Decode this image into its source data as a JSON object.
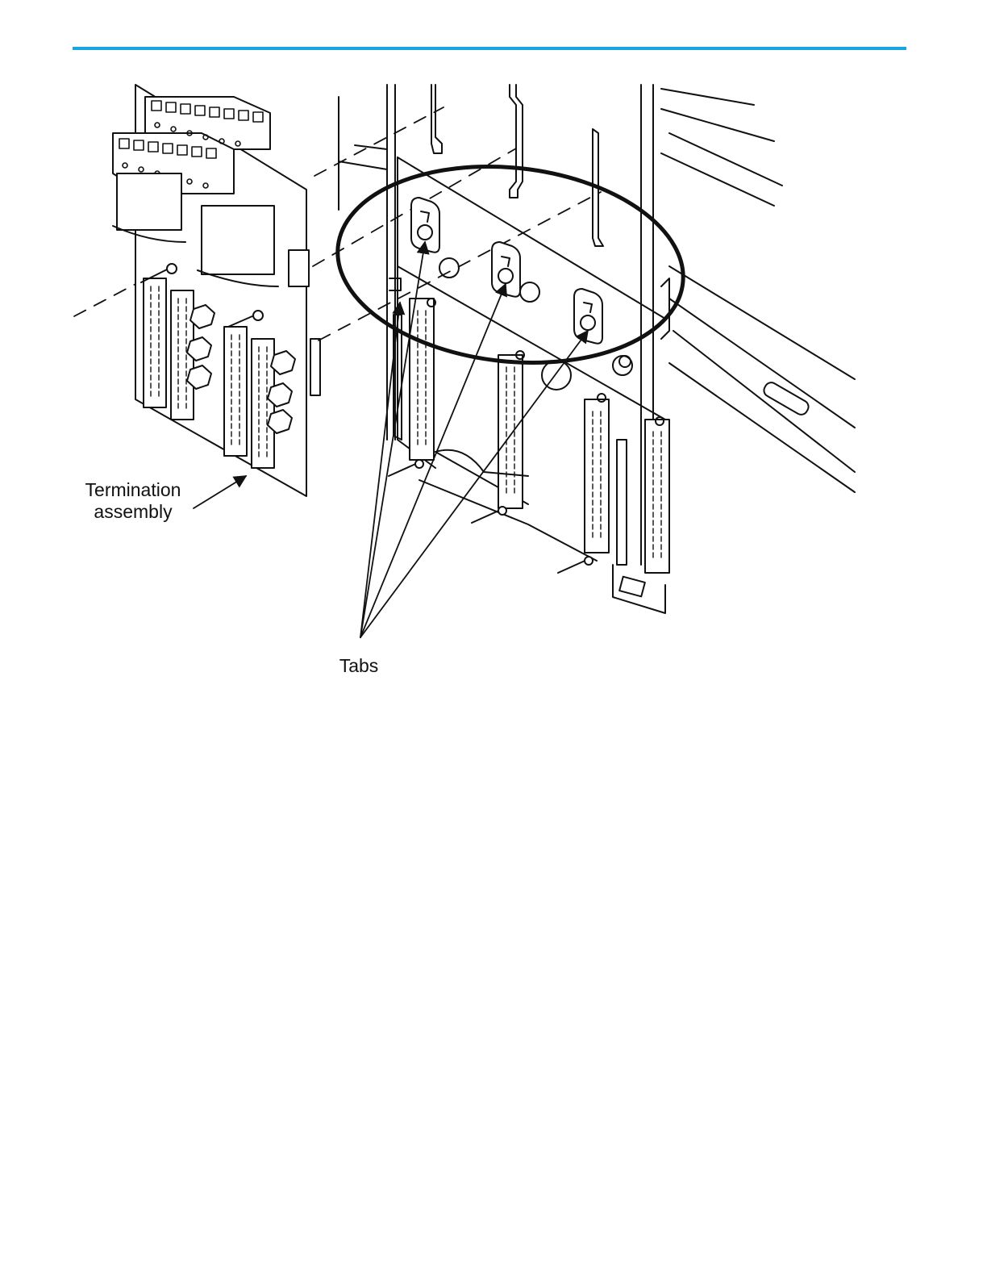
{
  "labels": {
    "termination_line1": "Termination",
    "termination_line2": "assembly",
    "tabs": "Tabs"
  }
}
